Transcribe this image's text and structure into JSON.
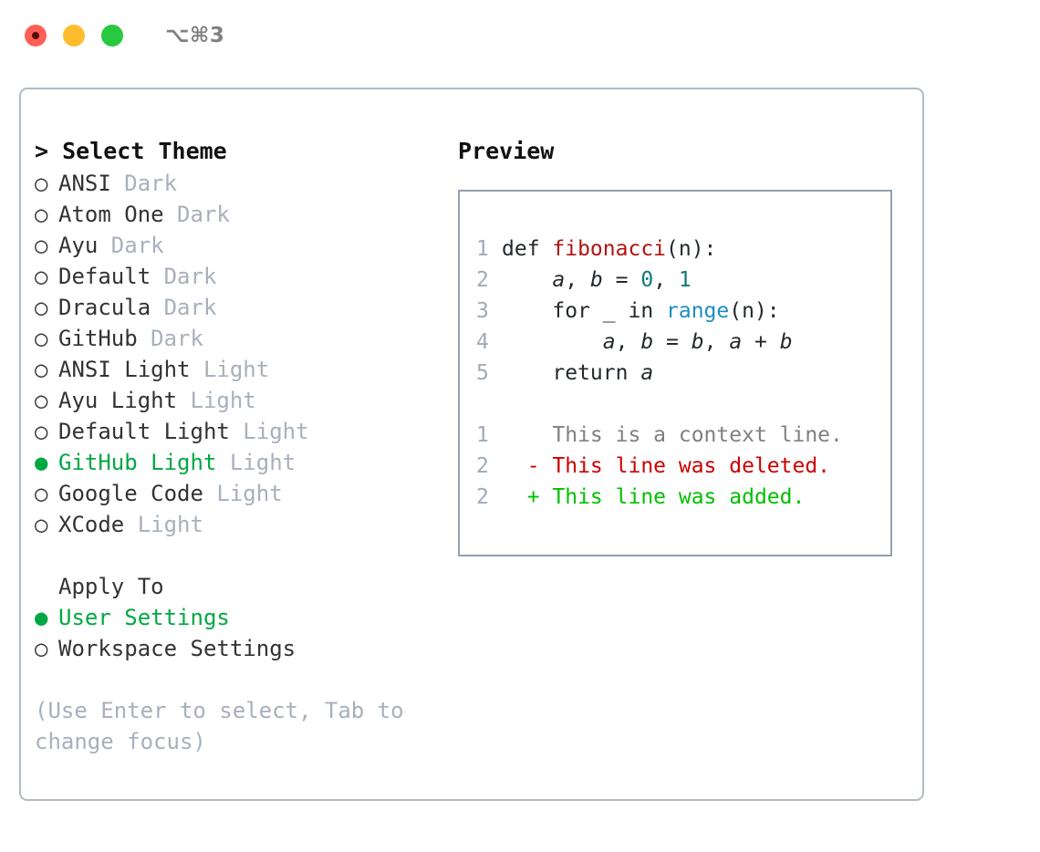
{
  "titlebar": {
    "shortcut": "⌥⌘3",
    "lights": [
      "close",
      "minimize",
      "zoom"
    ]
  },
  "left": {
    "heading": "> Select Theme",
    "themes": [
      {
        "marker": "○",
        "name": "ANSI",
        "variant": "Dark",
        "selected": false
      },
      {
        "marker": "○",
        "name": "Atom One",
        "variant": "Dark",
        "selected": false
      },
      {
        "marker": "○",
        "name": "Ayu",
        "variant": "Dark",
        "selected": false
      },
      {
        "marker": "○",
        "name": "Default",
        "variant": "Dark",
        "selected": false
      },
      {
        "marker": "○",
        "name": "Dracula",
        "variant": "Dark",
        "selected": false
      },
      {
        "marker": "○",
        "name": "GitHub",
        "variant": "Dark",
        "selected": false
      },
      {
        "marker": "○",
        "name": "ANSI Light",
        "variant": "Light",
        "selected": false
      },
      {
        "marker": "○",
        "name": "Ayu Light",
        "variant": "Light",
        "selected": false
      },
      {
        "marker": "○",
        "name": "Default Light",
        "variant": "Light",
        "selected": false
      },
      {
        "marker": "●",
        "name": "GitHub Light",
        "variant": "Light",
        "selected": true
      },
      {
        "marker": "○",
        "name": "Google Code",
        "variant": "Light",
        "selected": false
      },
      {
        "marker": "○",
        "name": "XCode",
        "variant": "Light",
        "selected": false
      }
    ],
    "apply_to": {
      "title": "Apply To",
      "options": [
        {
          "marker": "●",
          "label": "User Settings",
          "selected": true
        },
        {
          "marker": "○",
          "label": "Workspace Settings",
          "selected": false
        }
      ]
    },
    "hint": "(Use Enter to select, Tab to change focus)"
  },
  "right": {
    "preview_title": "Preview",
    "code": [
      {
        "lnum": "1",
        "tokens": [
          {
            "t": "def ",
            "c": "kw"
          },
          {
            "t": "fibonacci",
            "c": "fn"
          },
          {
            "t": "(n):",
            "c": "kw"
          }
        ]
      },
      {
        "lnum": "2",
        "tokens": [
          {
            "t": "    ",
            "c": "kw"
          },
          {
            "t": "a",
            "c": "var"
          },
          {
            "t": ", ",
            "c": "kw"
          },
          {
            "t": "b",
            "c": "var"
          },
          {
            "t": " = ",
            "c": "kw"
          },
          {
            "t": "0",
            "c": "num"
          },
          {
            "t": ", ",
            "c": "kw"
          },
          {
            "t": "1",
            "c": "num"
          }
        ]
      },
      {
        "lnum": "3",
        "tokens": [
          {
            "t": "    for _ in ",
            "c": "kw"
          },
          {
            "t": "range",
            "c": "bi"
          },
          {
            "t": "(n):",
            "c": "kw"
          }
        ]
      },
      {
        "lnum": "4",
        "tokens": [
          {
            "t": "        ",
            "c": "kw"
          },
          {
            "t": "a",
            "c": "var"
          },
          {
            "t": ", ",
            "c": "kw"
          },
          {
            "t": "b",
            "c": "var"
          },
          {
            "t": " = ",
            "c": "kw"
          },
          {
            "t": "b",
            "c": "var"
          },
          {
            "t": ", ",
            "c": "kw"
          },
          {
            "t": "a",
            "c": "var"
          },
          {
            "t": " + ",
            "c": "kw"
          },
          {
            "t": "b",
            "c": "var"
          }
        ]
      },
      {
        "lnum": "5",
        "tokens": [
          {
            "t": "    return ",
            "c": "kw"
          },
          {
            "t": "a",
            "c": "var"
          }
        ]
      }
    ],
    "diff": [
      {
        "lnum": "1",
        "sign": " ",
        "text": "This is a context line.",
        "kind": "dctx"
      },
      {
        "lnum": "2",
        "sign": "-",
        "text": "This line was deleted.",
        "kind": "ddel"
      },
      {
        "lnum": "2",
        "sign": "+",
        "text": "This line was added.",
        "kind": "dadd"
      }
    ]
  },
  "colors": {
    "selected_green": "#00a843",
    "muted": "#a8b0bc",
    "diff_add": "#00c000",
    "diff_del": "#cc0000",
    "fn_red": "#b31212",
    "builtin_blue": "#1e8fc0",
    "number_teal": "#0f7b78",
    "panel_border": "#b2bac6",
    "preview_border": "#94a0b0"
  }
}
